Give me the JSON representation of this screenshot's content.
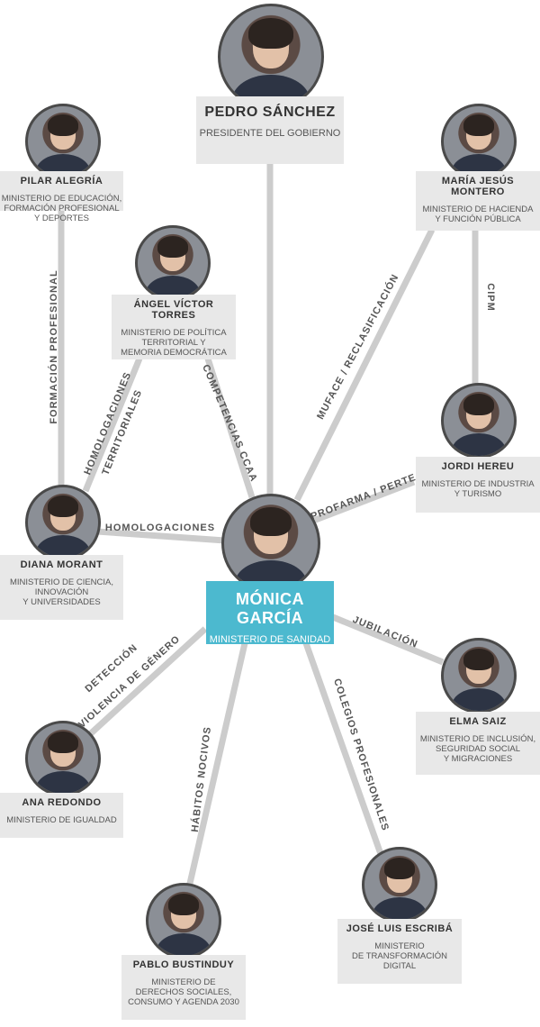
{
  "center": {
    "name": "MÓNICA GARCÍA",
    "role": "MINISTERIO DE SANIDAD"
  },
  "nodes": [
    {
      "id": "pedro",
      "name": "PEDRO SÁNCHEZ",
      "role": "PRESIDENTE DEL GOBIERNO"
    },
    {
      "id": "pilar",
      "name": "PILAR ALEGRÍA",
      "role": "MINISTERIO DE EDUCACIÓN,\nFORMACIÓN PROFESIONAL\nY DEPORTES"
    },
    {
      "id": "maria",
      "name": "MARÍA JESÚS MONTERO",
      "role": "MINISTERIO DE HACIENDA\nY FUNCIÓN PÚBLICA"
    },
    {
      "id": "angel",
      "name": "ÁNGEL VÍCTOR TORRES",
      "role": "MINISTERIO DE POLÍTICA\nTERRITORIAL Y\nMEMORIA DEMOCRÁTICA"
    },
    {
      "id": "jordi",
      "name": "JORDI HEREU",
      "role": "MINISTERIO DE INDUSTRIA\nY TURISMO"
    },
    {
      "id": "diana",
      "name": "DIANA MORANT",
      "role": "MINISTERIO DE CIENCIA,\nINNOVACIÓN\nY UNIVERSIDADES"
    },
    {
      "id": "elma",
      "name": "ELMA SAIZ",
      "role": "MINISTERIO DE INCLUSIÓN,\nSEGURIDAD SOCIAL\nY MIGRACIONES"
    },
    {
      "id": "ana",
      "name": "ANA REDONDO",
      "role": "MINISTERIO DE IGUALDAD"
    },
    {
      "id": "jose",
      "name": "JOSÉ LUIS ESCRIBÁ",
      "role": "MINISTERIO\nDE TRANSFORMACIÓN\nDIGITAL"
    },
    {
      "id": "pablo",
      "name": "PABLO BUSTINDUY",
      "role": "MINISTERIO DE\nDERECHOS SOCIALES,\nCONSUMO Y AGENDA 2030"
    }
  ],
  "links": [
    {
      "id": "competencias",
      "label": "COMPETENCIAS CCAA"
    },
    {
      "id": "muface",
      "label": "MUFACE / RECLASIFICACIÓN"
    },
    {
      "id": "cipm",
      "label": "CIPM"
    },
    {
      "id": "formacion",
      "label": "FORMACIÓN PROFESIONAL"
    },
    {
      "id": "homterr1",
      "label": "HOMOLOGACIONES"
    },
    {
      "id": "homterr2",
      "label": "TERRITORIALES"
    },
    {
      "id": "homolog",
      "label": "HOMOLOGACIONES"
    },
    {
      "id": "profarma",
      "label": "PROFARMA / PERTE"
    },
    {
      "id": "jubilacion",
      "label": "JUBILACIÓN"
    },
    {
      "id": "deteccion1",
      "label": "DETECCIÓN"
    },
    {
      "id": "deteccion2",
      "label": "VIOLENCIA DE GÉNERO"
    },
    {
      "id": "colegios",
      "label": "COLEGIOS PROFESIONALES"
    },
    {
      "id": "habitos",
      "label": "HÁBITOS NOCIVOS"
    }
  ],
  "colors": {
    "line": "#cccccc",
    "label": "#555555",
    "card": "#e8e8e8",
    "accent": "#4cb9cf"
  }
}
